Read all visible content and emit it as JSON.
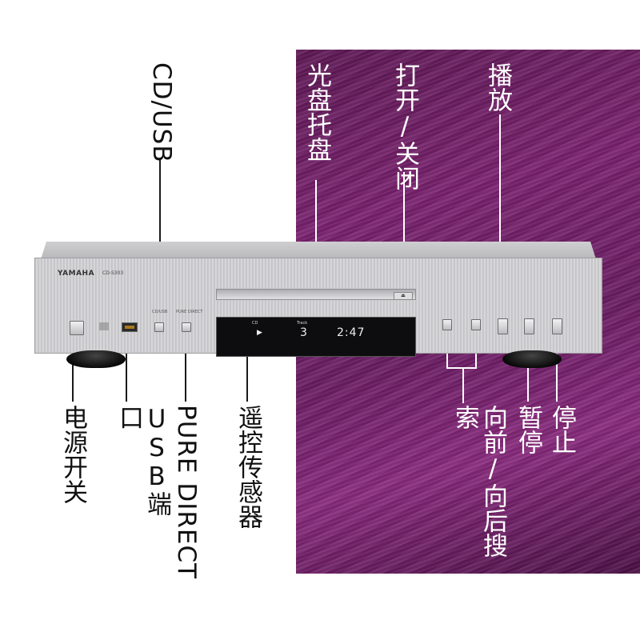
{
  "labels": {
    "cd_usb": "CD/USB",
    "disc_tray": "光盘托盘",
    "open_close": "打开/关闭",
    "play": "播放",
    "power": "电源开关",
    "usb_port": "USB端口",
    "pure_direct": "PURE DIRECT",
    "remote_sensor": "遥控传感器",
    "skip_search": "向前/向后搜索",
    "pause": "暂停",
    "stop": "停止"
  },
  "device": {
    "brand": "YAMAHA",
    "model": "CD-S303",
    "panel_cd_usb": "CD/USB",
    "panel_pure_direct": "PURE DIRECT",
    "display": {
      "source": "CD",
      "track_label": "Track",
      "play_symbol": "▶",
      "track_number": "3",
      "time": "2:47"
    }
  },
  "colors": {
    "background_panel": "#6e2065",
    "device_silver": "#cfcfd2",
    "display": "#0d0d0f"
  }
}
